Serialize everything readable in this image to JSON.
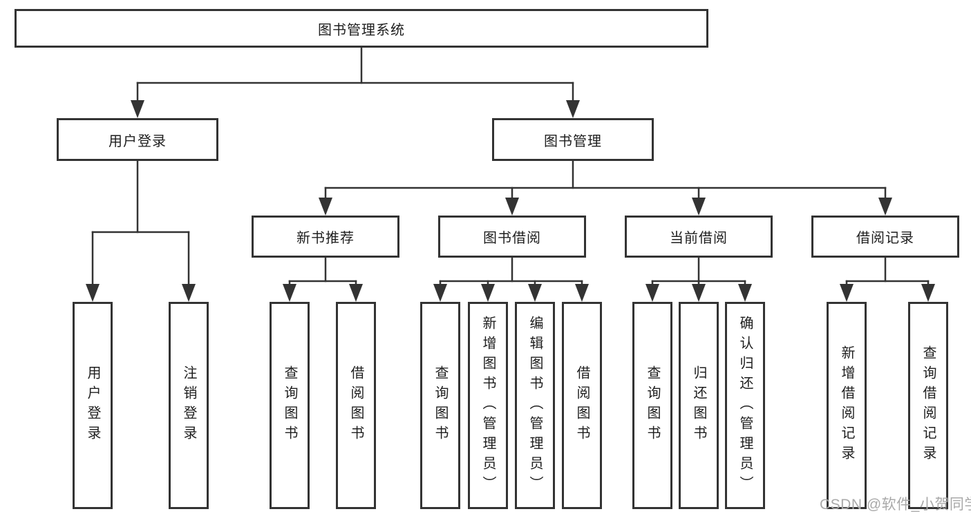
{
  "diagram": {
    "title": "图书管理系统",
    "nodes": {
      "root": {
        "label": "图书管理系统",
        "parent": null
      },
      "login": {
        "label": "用户登录",
        "parent": "root"
      },
      "mgmt": {
        "label": "图书管理",
        "parent": "root"
      },
      "new_book": {
        "label": "新书推荐",
        "parent": "mgmt"
      },
      "book_borrow": {
        "label": "图书借阅",
        "parent": "mgmt"
      },
      "cur_borrow": {
        "label": "当前借阅",
        "parent": "mgmt"
      },
      "borrow_rec": {
        "label": "借阅记录",
        "parent": "mgmt"
      },
      "login_user": {
        "label": "用户登录",
        "parent": "login"
      },
      "login_logout": {
        "label": "注销登录",
        "parent": "login"
      },
      "nb_query": {
        "label": "查询图书",
        "parent": "new_book"
      },
      "nb_borrow": {
        "label": "借阅图书",
        "parent": "new_book"
      },
      "bb_query": {
        "label": "查询图书",
        "parent": "book_borrow"
      },
      "bb_add": {
        "label": "新增图书（管理员）",
        "parent": "book_borrow"
      },
      "bb_edit": {
        "label": "编辑图书（管理员）",
        "parent": "book_borrow"
      },
      "bb_borrow": {
        "label": "借阅图书",
        "parent": "book_borrow"
      },
      "cb_query": {
        "label": "查询图书",
        "parent": "cur_borrow"
      },
      "cb_return": {
        "label": "归还图书",
        "parent": "cur_borrow"
      },
      "cb_confirm": {
        "label": "确认归还（管理员）",
        "parent": "cur_borrow"
      },
      "rec_add": {
        "label": "新增借阅记录",
        "parent": "borrow_rec"
      },
      "rec_query": {
        "label": "查询借阅记录",
        "parent": "borrow_rec"
      }
    }
  },
  "watermark": "CSDN @软件_小贺同学",
  "colors": {
    "line": "#333333",
    "text": "#1e1e1e",
    "background": "#ffffff",
    "watermark": "#a9a9a9"
  }
}
